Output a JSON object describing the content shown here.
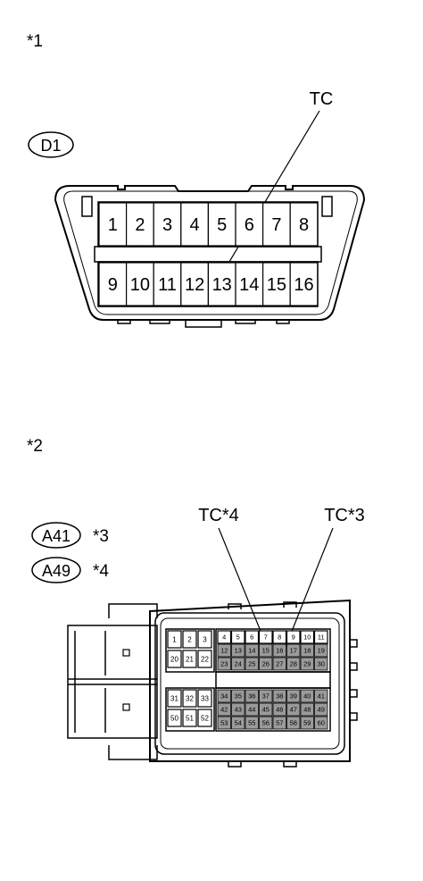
{
  "figure1": {
    "marker": "*1",
    "connector_code": "D1",
    "callout": "TC",
    "top_pins": [
      "1",
      "2",
      "3",
      "4",
      "5",
      "6",
      "7",
      "8"
    ],
    "bottom_pins": [
      "9",
      "10",
      "11",
      "12",
      "13",
      "14",
      "15",
      "16"
    ]
  },
  "figure2": {
    "marker": "*2",
    "connectors": [
      {
        "code": "A41",
        "note": "*3"
      },
      {
        "code": "A49",
        "note": "*4"
      }
    ],
    "callout_left": "TC*4",
    "callout_right": "TC*3",
    "left_top_pins": [
      "1",
      "2",
      "3",
      "20",
      "21",
      "22"
    ],
    "left_bottom_pins": [
      "31",
      "32",
      "33",
      "50",
      "51",
      "52"
    ],
    "right_top_rows": [
      [
        "4",
        "5",
        "6",
        "7",
        "8",
        "9",
        "10",
        "11"
      ],
      [
        "12",
        "13",
        "14",
        "15",
        "16",
        "17",
        "18",
        "19"
      ],
      [
        "23",
        "24",
        "25",
        "26",
        "27",
        "28",
        "29",
        "30"
      ]
    ],
    "right_bottom_rows": [
      [
        "34",
        "35",
        "36",
        "37",
        "38",
        "39",
        "40",
        "41"
      ],
      [
        "42",
        "43",
        "44",
        "45",
        "46",
        "47",
        "48",
        "49"
      ],
      [
        "53",
        "54",
        "55",
        "56",
        "57",
        "58",
        "59",
        "60"
      ]
    ]
  }
}
